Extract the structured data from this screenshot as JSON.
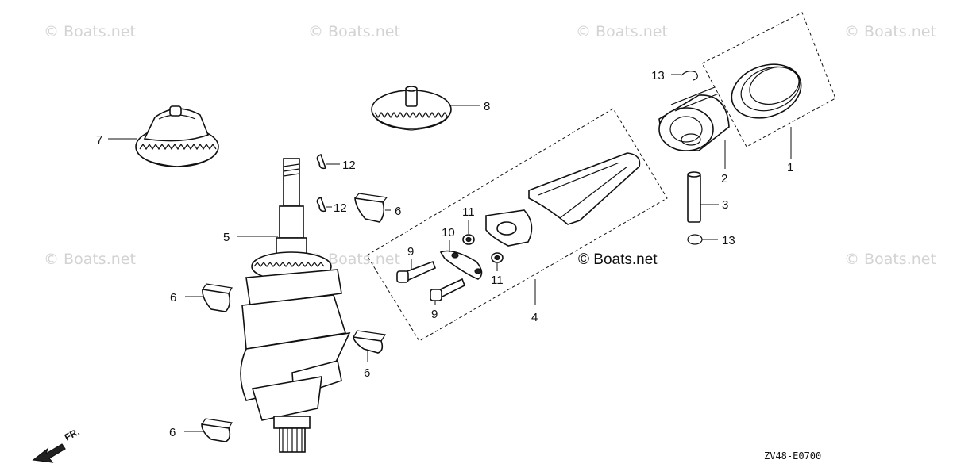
{
  "watermark": "© Boats.net",
  "center_watermark": "© Boats.net",
  "diagram_code": "ZV48-E0700",
  "front_arrow_label": "FR.",
  "callouts": {
    "c1": "1",
    "c2": "2",
    "c3": "3",
    "c4": "4",
    "c5": "5",
    "c6a": "6",
    "c6b": "6",
    "c6c": "6",
    "c6d": "6",
    "c7": "7",
    "c8": "8",
    "c9a": "9",
    "c9b": "9",
    "c10": "10",
    "c11a": "11",
    "c11b": "11",
    "c12a": "12",
    "c12b": "12",
    "c13a": "13",
    "c13b": "13"
  }
}
